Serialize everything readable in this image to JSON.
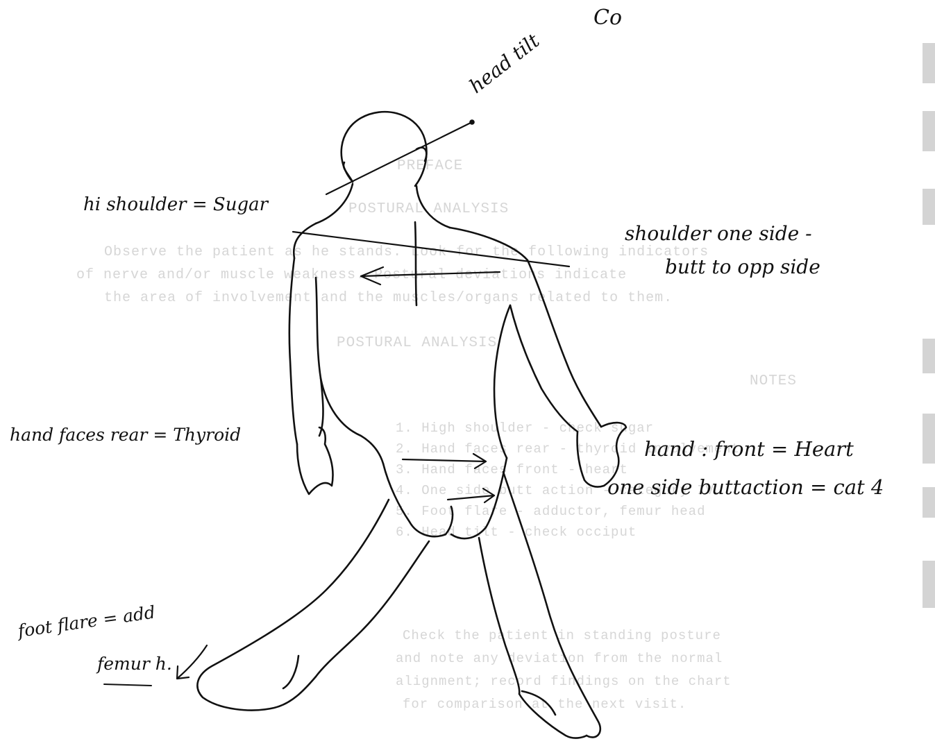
{
  "ghost_text": {
    "heading": "PREFACE",
    "subheading": "POSTURAL ANALYSIS",
    "line1": "Observe the patient as he stands. Look for the following indicators",
    "line2": "of nerve and/or muscle weakness. Postural deviations indicate",
    "line3": "the area of involvement and the muscles/organs related to them.",
    "section": "POSTURAL ANALYSIS",
    "col1": "NOTES",
    "r1": "1. High shoulder - check sugar",
    "r2": "2. Hand faces rear - thyroid involvement",
    "r3": "3. Hand faces front - heart",
    "r4": "4. One side butt action - category IV",
    "r5": "5. Foot flare - adductor, femur head",
    "r6": "6. Head tilt - check occiput",
    "f1": "Check the patient in standing posture",
    "f2": "and note any deviation from the normal",
    "f3": "alignment; record findings on the chart",
    "f4": "for comparison at the next visit."
  },
  "annotations": {
    "corner_mark": "Co",
    "head_tilt": "head tilt",
    "high_shoulder": "hi shoulder = Sugar",
    "shoulder_butt": [
      "shoulder one side -",
      "butt to opp side"
    ],
    "hand_rear": "hand faces rear = Thyroid",
    "hand_front": "hand : front = Heart",
    "butt_action": "one side buttaction = cat 4",
    "foot_flare": [
      "foot flare = add",
      "femur h."
    ]
  },
  "colors": {
    "ink": "#111111",
    "ghost": "#d6d6d6"
  }
}
